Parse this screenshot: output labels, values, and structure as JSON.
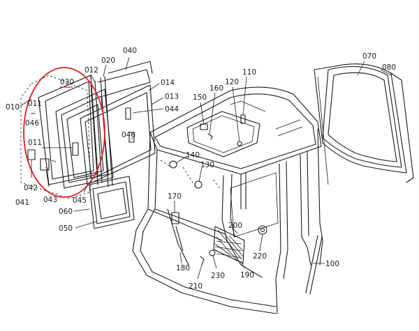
{
  "highlight_color": "#e02020",
  "labels": {
    "l010": "010",
    "l011a": "011",
    "l046a": "046",
    "l011b": "011",
    "l042": "042",
    "l041": "041",
    "l043": "043",
    "l030": "030",
    "l012": "012",
    "l020": "020",
    "l040": "040",
    "l014": "014",
    "l013": "013",
    "l044": "044",
    "l046b": "046",
    "l045": "045",
    "l060": "060",
    "l050": "050",
    "l150": "150",
    "l160": "160",
    "l120": "120",
    "l110": "110",
    "l140": "140",
    "l130": "130",
    "l170": "170",
    "l180": "180",
    "l200": "200",
    "l220": "220",
    "l190": "190",
    "l230": "230",
    "l210": "210",
    "l100": "100",
    "l070": "070",
    "l080": "080",
    "tilde": "~"
  }
}
